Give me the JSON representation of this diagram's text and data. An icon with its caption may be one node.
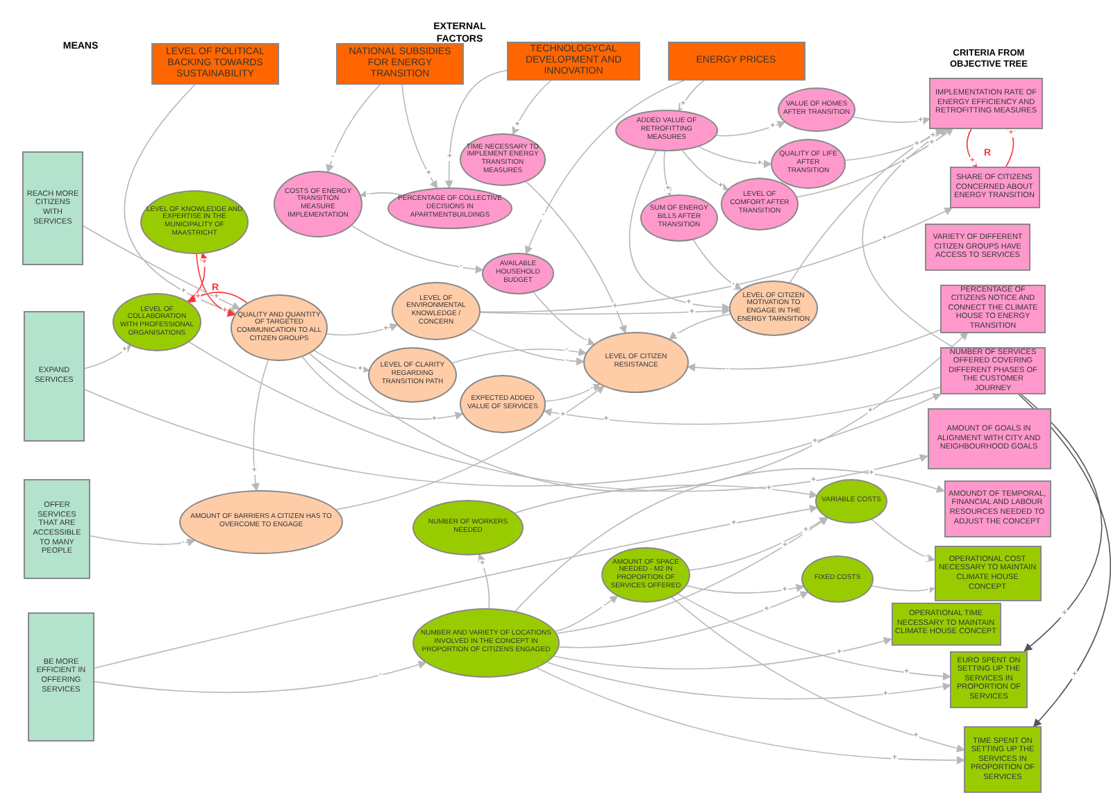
{
  "diagram": {
    "nodes": [
      {
        "text": [
          "LEVEL OF POLITICAL BACKING TOWARDS SUSTAINABILITY"
        ]
      },
      {
        "text": [
          "NATIONAL SUBSIDIES FOR ENERGY TRANSITION"
        ]
      },
      {
        "text": [
          "TECHNOLOGYCAL DEVELOPMENT AND INNOVATION"
        ]
      },
      {
        "text": [
          "ENERGY PRICES"
        ]
      },
      {
        "text": [
          "REACH MORE CITIZENS WITH SERVICES"
        ]
      },
      {
        "text": [
          "EXPAND SERVICES"
        ]
      },
      {
        "text": [
          "OFFER SERVICES THAT ARE ACCESSIBLE TO MANY PEOPLE"
        ]
      },
      {
        "text": [
          "BE MORE EFFICIENT IN OFFERING SERVICES"
        ]
      },
      {
        "text": [
          "LEVEL OF KNOWLEDGE AND EXPERTISE IN THE MUNICIPALITY OF MAASTRICHT"
        ]
      },
      {
        "text": [
          "LEVEL OF COLLABORATION WITH PROFESSIONAL ORGANISATIONS"
        ]
      },
      {
        "text": [
          "QUALITY AND QUANTITY OF TARGETED COMMUNICATION TO ALL CITIZEN GROUPS"
        ]
      },
      {
        "text": [
          "COSTS OF ENERGY TRANSITION MEASURE IMPLEMENTATION"
        ]
      },
      {
        "text": [
          "PERCENTAGE OF COLLECTIVE DECISIONS IN APARTMENTBUILDINGS"
        ]
      },
      {
        "text": [
          "TIME NECESSARY TO IMPLEMENT ENERGY TRANSITION MEASURES"
        ]
      },
      {
        "text": [
          "AVAILABLE HOUSEHOLD BUDGET"
        ]
      },
      {
        "text": [
          "ADDED VALUE OF RETROFITTING MEASURES"
        ]
      },
      {
        "text": [
          "VALUE OF HOMES AFTER TRANSITION"
        ]
      },
      {
        "text": [
          "QUALITY OF LIFE AFTER TRANSITION"
        ]
      },
      {
        "text": [
          "LEVEL OF COMFORT AFTER TRANSITION"
        ]
      },
      {
        "text": [
          "SUM OF ENERGY BILLS AFTER TRANSITION"
        ]
      },
      {
        "text": [
          "LEVEL OF ENVIRONMENTAL KNOWLEDGE / CONCERN"
        ]
      },
      {
        "text": [
          "LEVEL OF CLARITY REGARDING TRANSITION PATH"
        ]
      },
      {
        "text": [
          "EXPECTED ADDED VALUE OF SERVICES"
        ]
      },
      {
        "text": [
          "LEVEL OF CITIZEN RESISTANCE"
        ]
      },
      {
        "text": [
          "LEVEL OF CITIZEN MOTIVATION TO ENGAGE IN THE ENERGY TARNSITION"
        ]
      },
      {
        "text": [
          "AMOUNT OF BARRIERS A CITIZEN HAS TO OVERCOME TO ENGAGE"
        ]
      },
      {
        "text": [
          "NUMBER OF WORKERS NEEDED"
        ]
      },
      {
        "text": [
          "AMOUNT OF SPACE NEEDED - M2 IN PROPORTION OF SERVICES OFFERED"
        ]
      },
      {
        "text": [
          "NUMBER AND VARIETY OF LOCATIONS INVOLVED IN THE CONCEPT IN PROPORTION OF CITIZENS ENGAGED"
        ]
      },
      {
        "text": [
          "VARIABLE COSTS"
        ]
      },
      {
        "text": [
          "FIXED COSTS"
        ]
      },
      {
        "text": [
          "IMPLEMENTATION RATE OF ENERGY EFFICIENCY AND RETROFITTING MEASURES"
        ]
      },
      {
        "text": [
          "SHARE OF CITIZENS CONCERNED ABOUT ENERGY TRANSITION"
        ]
      },
      {
        "text": [
          "VARIETY OF DIFFERENT CITIZEN GROUPS HAVE ACCESS TO SERVICES"
        ]
      },
      {
        "text": [
          "PERCENTAGE OF CITIZENS NOTICE AND CONNECT THE CLIMATE HOUSE TO ENERGY TRANSITION"
        ]
      },
      {
        "text": [
          "NUMBER OF SERVICES OFFERED COVERING DIFFERENT PHASES OF THE CUSTOMER JOURNEY"
        ]
      },
      {
        "text": [
          "AMOUNT OF GOALS IN ALIGNMENT WITH CITY AND NEIGHBOURHOOD GOALS"
        ]
      },
      {
        "text": [
          "AMOUNDT OF TEMPORAL, FINANCIAL AND LABOUR RESOURCES NEEDED TO ADJUST THE CONCEPT"
        ]
      },
      {
        "text": [
          "OPERATIONAL COST NECESSARY TO MAINTAIN CLIMATE HOUSE CONCEPT"
        ]
      },
      {
        "text": [
          "OPERATIONAL TIME NECESSARY TO MAINTAIN CLIMATE HOUSE CONCEPT"
        ]
      },
      {
        "text": [
          "EURO SPENT ON SETTING UP THE SERVICES IN PROPORTION OF SERVICES"
        ]
      },
      {
        "text": [
          "TIME SPENT ON SETTING UP THE SERVICES IN PROPORTION OF SERVICES"
        ]
      }
    ],
    "edges": [
      {
        "from": 0,
        "to": 10,
        "arrow": "to",
        "label": "+"
      },
      {
        "from": 1,
        "to": 11,
        "arrow": "to",
        "label": "-"
      },
      {
        "from": 1,
        "to": 12,
        "arrow": "to",
        "label": "+"
      },
      {
        "from": 2,
        "to": 12,
        "arrow": "to",
        "label": "+"
      },
      {
        "from": 2,
        "to": 13,
        "arrow": "to",
        "label": "+"
      },
      {
        "from": 3,
        "to": 14,
        "arrow": "to",
        "label": "-"
      },
      {
        "from": 3,
        "to": 15,
        "arrow": "to",
        "label": "+"
      },
      {
        "from": 12,
        "to": 11,
        "arrow": "to",
        "label": "-"
      },
      {
        "from": 11,
        "to": 14,
        "arrow": "to",
        "label": "-"
      },
      {
        "from": 13,
        "to": 23,
        "arrow": "to",
        "label": "+"
      },
      {
        "from": 15,
        "to": 16,
        "arrow": "to",
        "label": "+"
      },
      {
        "from": 15,
        "to": 17,
        "arrow": "to",
        "label": "+"
      },
      {
        "from": 15,
        "to": 18,
        "arrow": "to",
        "label": "+"
      },
      {
        "from": 15,
        "to": 19,
        "arrow": "to",
        "label": "+"
      },
      {
        "from": 15,
        "to": 24,
        "arrow": "to",
        "label": "+"
      },
      {
        "from": 16,
        "to": 31,
        "arrow": "to",
        "label": "+"
      },
      {
        "from": 17,
        "to": 31,
        "arrow": "to",
        "label": "+"
      },
      {
        "from": 18,
        "to": 31,
        "arrow": "to",
        "label": "+"
      },
      {
        "from": 19,
        "to": 24,
        "arrow": "to",
        "label": "-"
      },
      {
        "from": 14,
        "to": 23,
        "arrow": "to",
        "label": "-"
      },
      {
        "from": 8,
        "to": 10,
        "arrow": "to",
        "label": "+",
        "color": "#ff3333"
      },
      {
        "from": 10,
        "to": 9,
        "arrow": "to",
        "label": "+",
        "color": "#ff3333"
      },
      {
        "from": 9,
        "to": 8,
        "arrow": "to",
        "label": "+",
        "color": "#ff3333"
      },
      {
        "from": 4,
        "to": 10,
        "arrow": "to",
        "label": "+"
      },
      {
        "from": 5,
        "to": 9,
        "arrow": "to",
        "label": "+"
      },
      {
        "from": 5,
        "to": 35,
        "arrow": "to",
        "label": "+"
      },
      {
        "from": 6,
        "to": 25,
        "arrow": "to",
        "label": "-"
      },
      {
        "from": 7,
        "to": 28,
        "arrow": "to",
        "label": "-"
      },
      {
        "from": 7,
        "to": 29,
        "arrow": "to",
        "label": "+"
      },
      {
        "from": 10,
        "to": 20,
        "arrow": "to",
        "label": "+"
      },
      {
        "from": 10,
        "to": 21,
        "arrow": "to",
        "label": "+"
      },
      {
        "from": 10,
        "to": 22,
        "arrow": "to",
        "label": "+"
      },
      {
        "from": 10,
        "to": 25,
        "arrow": "to",
        "label": "+"
      },
      {
        "from": 10,
        "to": 34,
        "arrow": "to",
        "label": "+"
      },
      {
        "from": 20,
        "to": 23,
        "arrow": "to",
        "label": "-"
      },
      {
        "from": 20,
        "to": 24,
        "arrow": "to",
        "label": "+"
      },
      {
        "from": 20,
        "to": 32,
        "arrow": "to",
        "label": "+"
      },
      {
        "from": 21,
        "to": 23,
        "arrow": "to",
        "label": "-"
      },
      {
        "from": 22,
        "to": 23,
        "arrow": "to",
        "label": "-"
      },
      {
        "from": 35,
        "to": 22,
        "arrow": "to",
        "label": "+"
      },
      {
        "from": 34,
        "to": 23,
        "arrow": "to",
        "label": "-"
      },
      {
        "from": 24,
        "to": 31,
        "arrow": "to",
        "label": "+"
      },
      {
        "from": 24,
        "to": 23,
        "arrow": "to",
        "label": "-"
      },
      {
        "from": 25,
        "to": 23,
        "arrow": "to",
        "label": "+"
      },
      {
        "from": 31,
        "to": 32,
        "arrow": "to",
        "label": "+",
        "color": "#ff3333"
      },
      {
        "from": 32,
        "to": 31,
        "arrow": "to",
        "label": "+",
        "color": "#ff3333"
      },
      {
        "from": 35,
        "to": 31,
        "arrow": "to",
        "label": "+"
      },
      {
        "from": 35,
        "to": 40,
        "arrow": "to",
        "label": "+",
        "color": "#555555"
      },
      {
        "from": 35,
        "to": 41,
        "arrow": "to",
        "label": "+",
        "color": "#555555"
      },
      {
        "from": 9,
        "to": 36,
        "arrow": "to",
        "label": "+"
      },
      {
        "from": 28,
        "to": 26,
        "arrow": "to",
        "label": "+"
      },
      {
        "from": 28,
        "to": 27,
        "arrow": "to",
        "label": "-"
      },
      {
        "from": 26,
        "to": 29,
        "arrow": "to",
        "label": "+"
      },
      {
        "from": 27,
        "to": 29,
        "arrow": "to",
        "label": "+"
      },
      {
        "from": 27,
        "to": 30,
        "arrow": "to",
        "label": "+"
      },
      {
        "from": 28,
        "to": 29,
        "arrow": "to",
        "label": "+"
      },
      {
        "from": 28,
        "to": 30,
        "arrow": "to",
        "label": "+"
      },
      {
        "from": 29,
        "to": 38,
        "arrow": "to",
        "label": "-"
      },
      {
        "from": 30,
        "to": 38,
        "arrow": "to",
        "label": "-"
      },
      {
        "from": 28,
        "to": 39,
        "arrow": "to",
        "label": "+"
      },
      {
        "from": 27,
        "to": 40,
        "arrow": "to",
        "label": "+"
      },
      {
        "from": 28,
        "to": 40,
        "arrow": "to",
        "label": "+"
      },
      {
        "from": 27,
        "to": 41,
        "arrow": "to",
        "label": "+"
      },
      {
        "from": 28,
        "to": 41,
        "arrow": "to",
        "label": "+"
      },
      {
        "from": 28,
        "to": 37,
        "arrow": "to",
        "label": "+"
      }
    ],
    "labels": [
      "MEANS",
      "EXTERNAL FACTORS",
      "CRITERIA FROM OBJECTIVE TREE",
      "R",
      "R"
    ]
  }
}
